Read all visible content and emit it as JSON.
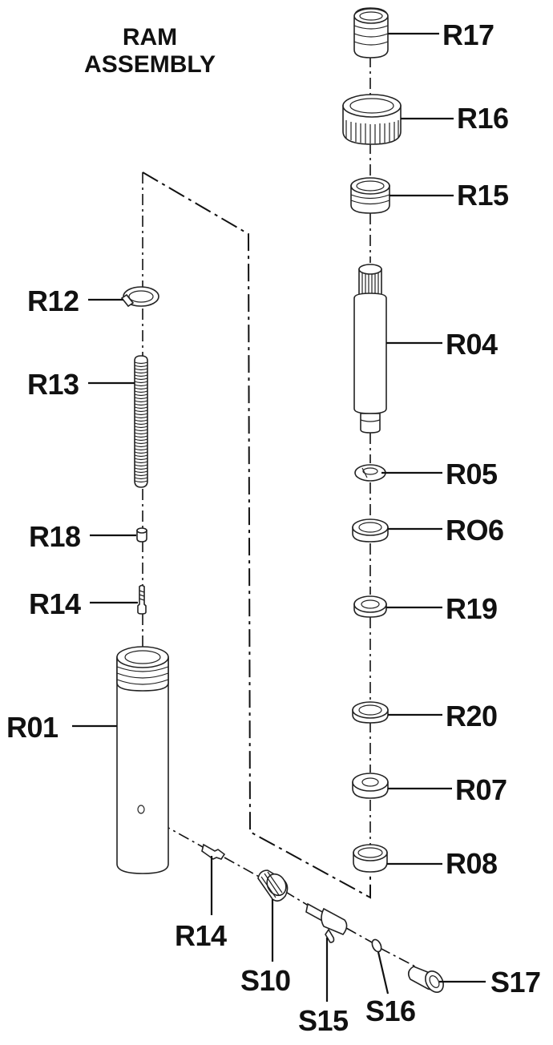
{
  "title_line1": "RAM",
  "title_line2": "ASSEMBLY",
  "labels": {
    "R17": "R17",
    "R16": "R16",
    "R15": "R15",
    "R04": "R04",
    "R05": "R05",
    "RO6": "RO6",
    "R19": "R19",
    "R20": "R20",
    "R07": "R07",
    "R08": "R08",
    "R12": "R12",
    "R13": "R13",
    "R18": "R18",
    "R14a": "R14",
    "R01": "R01",
    "R14b": "R14",
    "S10": "S10",
    "S15": "S15",
    "S16": "S16",
    "S17": "S17"
  }
}
